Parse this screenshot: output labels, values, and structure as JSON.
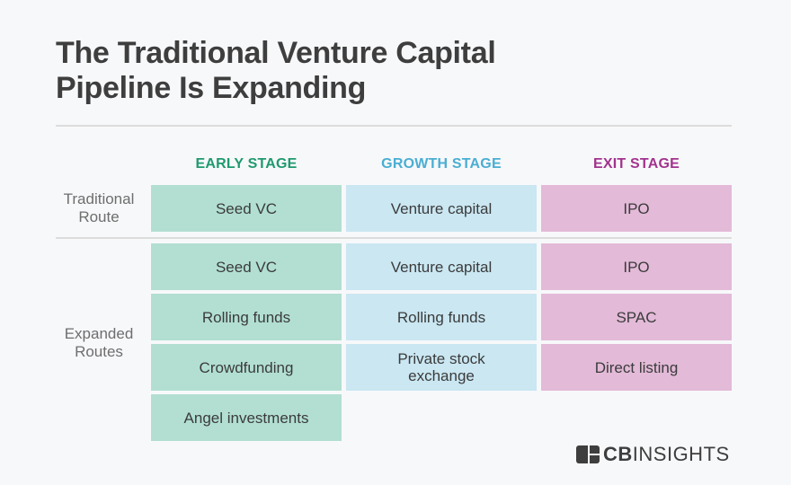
{
  "title": {
    "line1": "The Traditional Venture Capital",
    "line2": "Pipeline Is Expanding"
  },
  "columns": [
    {
      "label": "EARLY STAGE",
      "color": "#1f9a6e"
    },
    {
      "label": "GROWTH STAGE",
      "color": "#4aaed3"
    },
    {
      "label": "EXIT STAGE",
      "color": "#a2338d"
    }
  ],
  "rows": {
    "traditional": {
      "label_line1": "Traditional",
      "label_line2": "Route",
      "early": [
        "Seed VC"
      ],
      "growth": [
        "Venture capital"
      ],
      "exit": [
        "IPO"
      ]
    },
    "expanded": {
      "label_line1": "Expanded",
      "label_line2": "Routes",
      "early": [
        "Seed VC",
        "Rolling funds",
        "Crowdfunding",
        "Angel investments"
      ],
      "growth": [
        "Venture capital",
        "Rolling funds",
        "Private stock exchange"
      ],
      "exit": [
        "IPO",
        "SPAC",
        "Direct listing"
      ]
    }
  },
  "colors": {
    "early_fill": "#b2dfd2",
    "growth_fill": "#cae7f2",
    "exit_fill": "#e3bad8",
    "background": "#f7f8fa"
  },
  "logo": {
    "bold": "CB",
    "light": "INSIGHTS"
  }
}
